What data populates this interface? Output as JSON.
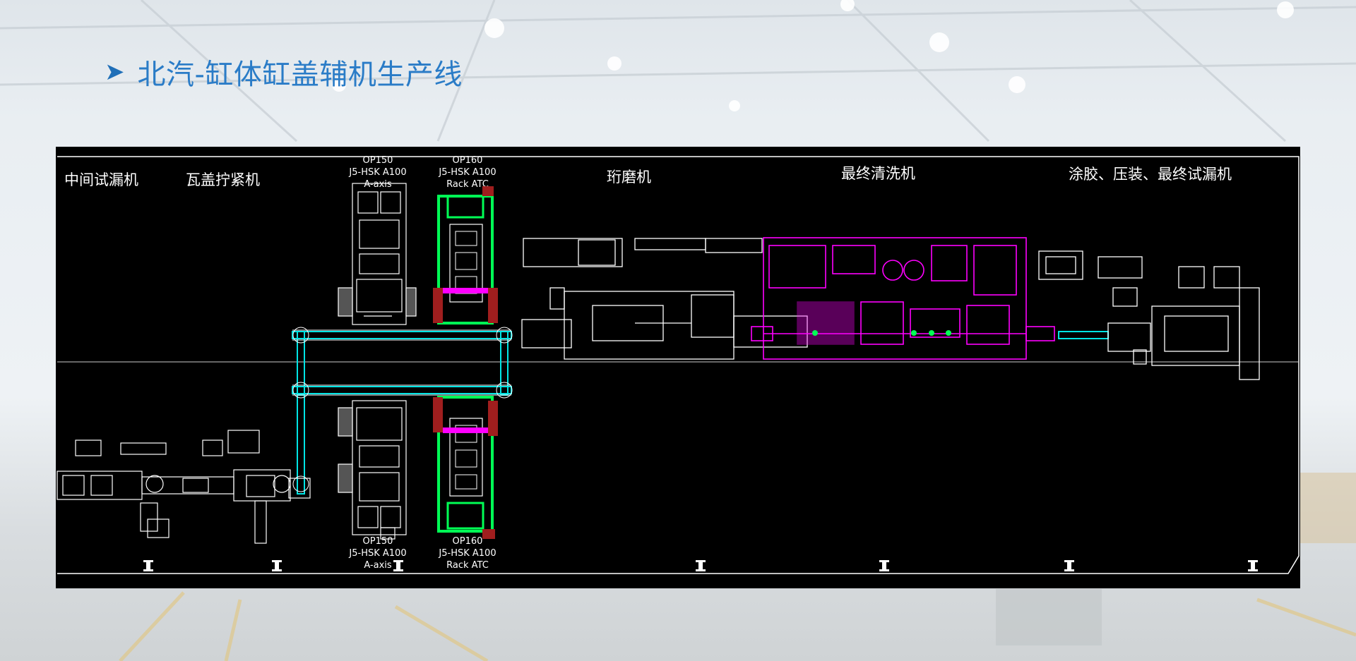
{
  "slide": {
    "title": "北汽-缸体缸盖辅机生产线"
  },
  "layout_labels": {
    "leak_test_mid": "中间试漏机",
    "bearing_cap_tightening": "瓦盖拧紧机",
    "honing": "珩磨机",
    "final_wash": "最终清洗机",
    "glue_press_leak": "涂胶、压装、最终试漏机"
  },
  "stations": {
    "op150_top": {
      "l1": "OP150",
      "l2": "J5-HSK A100",
      "l3": "A-axis"
    },
    "op160_top": {
      "l1": "OP160",
      "l2": "J5-HSK A100",
      "l3": "Rack ATC"
    },
    "op150_bottom": {
      "l1": "OP150",
      "l2": "J5-HSK A100",
      "l3": "A-axis"
    },
    "op160_bottom": {
      "l1": "OP160",
      "l2": "J5-HSK A100",
      "l3": "Rack ATC"
    }
  },
  "colors": {
    "accent": "#2a7cc7",
    "cad_background": "#000000",
    "cad_lines": "#ffffff",
    "conveyor": "#00e5e5",
    "wash_machine": "#ff00ff",
    "machine_green": "#00ff55",
    "machine_red": "#a01e1e"
  }
}
